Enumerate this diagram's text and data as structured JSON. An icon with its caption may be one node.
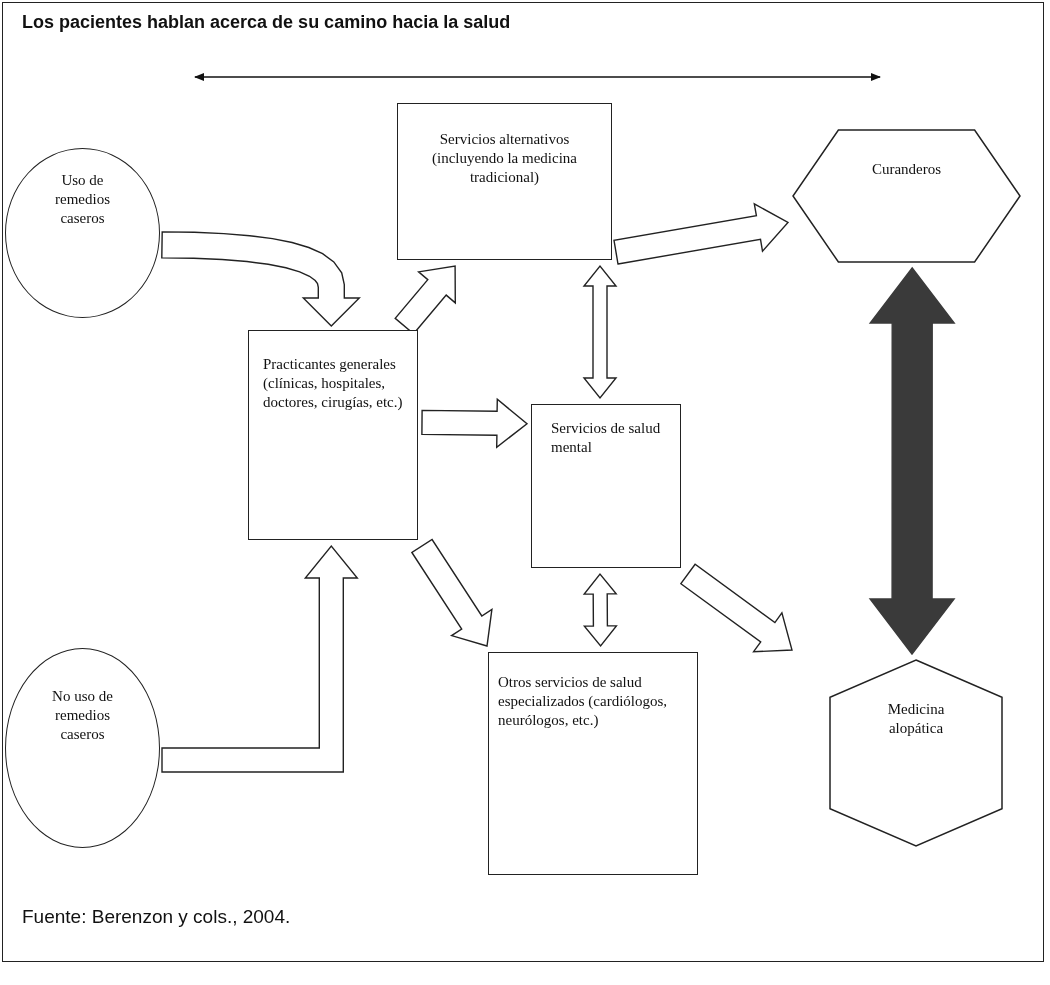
{
  "diagram": {
    "title": "Los pacientes hablan acerca de su camino hacia la salud",
    "caption": "Fuente: Berenzon y cols., 2004.",
    "nodes": [
      {
        "text": [
          "Uso de remedios caseros"
        ]
      },
      {
        "text": [
          "Servicios alternativos (incluyendo la medicina tradicional)"
        ]
      },
      {
        "text": [
          "Curanderos"
        ]
      },
      {
        "text": [
          "Practicantes generales (clínicas, hospitales, doctores, cirugías, etc.)"
        ]
      },
      {
        "text": [
          "Servicios de salud mental"
        ]
      },
      {
        "text": [
          "No uso de remedios caseros"
        ]
      },
      {
        "text": [
          "Otros servicios de salud especializados (cardiólogos, neurólogos, etc.)"
        ]
      },
      {
        "text": [
          "Medicina alopática"
        ]
      }
    ],
    "edges": [
      {
        "from": 0,
        "to": 3,
        "arrow": "to"
      },
      {
        "from": 5,
        "to": 3,
        "arrow": "to"
      },
      {
        "from": 3,
        "to": 1,
        "arrow": "to"
      },
      {
        "from": 3,
        "to": 4,
        "arrow": "to"
      },
      {
        "from": 3,
        "to": 6,
        "arrow": "to"
      },
      {
        "from": 1,
        "to": 2,
        "arrow": "to"
      },
      {
        "from": 1,
        "to": 4,
        "arrow": "both"
      },
      {
        "from": 4,
        "to": 6,
        "arrow": "both"
      },
      {
        "from": 4,
        "to": 7,
        "arrow": "to"
      },
      {
        "from": 2,
        "to": 7,
        "arrow": "both",
        "style": "thick",
        "color": "#3a3a3a"
      }
    ]
  }
}
